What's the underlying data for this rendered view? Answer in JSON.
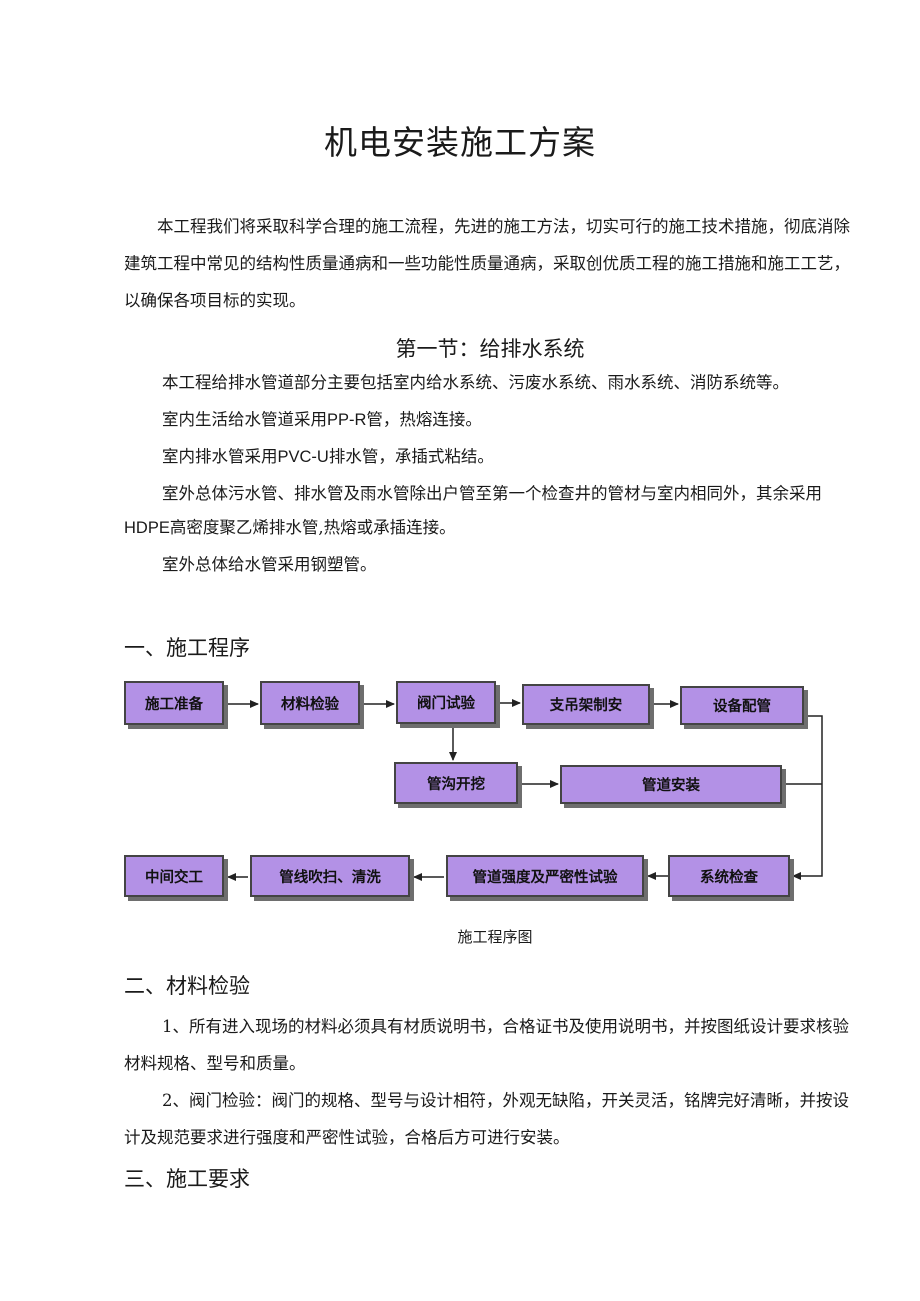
{
  "document": {
    "title": "机电安装施工方案",
    "intro": "本工程我们将采取科学合理的施工流程，先进的施工方法，切实可行的施工技术措施，彻底消除建筑工程中常见的结构性质量通病和一些功能性质量通病，采取创优质工程的施工措施和施工工艺，以确保各项目标的实现。",
    "section1": {
      "title": "第一节：给排水系统",
      "p1": "本工程给排水管道部分主要包括室内给水系统、污废水系统、雨水系统、消防系统等。",
      "p2_a": "室内生活给水管道采用",
      "p2_b": "PP-R",
      "p2_c": "管，热熔连接。",
      "p3_a": "室内排水管采用",
      "p3_b": "PVC-U",
      "p3_c": "排水管，承插式粘结。",
      "p4_line1": "室外总体污水管、排水管及雨水管除出户管至第一个检查井的管材与室内相同外，其余采用",
      "p4_b": "HDPE",
      "p4_line2": "高密度聚乙烯排水管,热熔或承插连接。",
      "p5": "室外总体给水管采用钢塑管。"
    },
    "heading1": "一、施工程序",
    "flowchart": {
      "box_fill": "#b391e6",
      "steps": {
        "prepare": "施工准备",
        "material_check": "材料检验",
        "valve_test": "阀门试验",
        "support_make": "支吊架制安",
        "equipment": "设备配管",
        "trench": "管沟开挖",
        "pipe_install": "管道安装",
        "system_check": "系统检查",
        "strength_test": "管道强度及严密性试验",
        "flush": "管线吹扫、清洗",
        "handover": "中间交工"
      },
      "caption": "施工程序图"
    },
    "heading2": "二、材料检验",
    "material": {
      "item1_line1": "1、所有进入现场的材料必须具有材质说明书，合格证书及使用说明书，并按图纸设计要求核验",
      "item1_line2": "材料规格、型号和质量。",
      "item2_line1": "2、阀门检验：阀门的规格、型号与设计相符，外观无缺陷，开关灵活，铭牌完好清晰，并按设",
      "item2_line2": "计及规范要求进行强度和严密性试验，合格后方可进行安装。"
    },
    "heading3": "三、施工要求"
  }
}
